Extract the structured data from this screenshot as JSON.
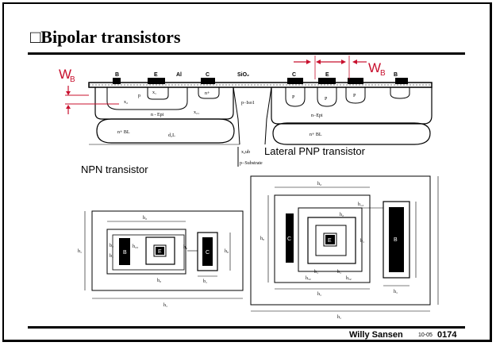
{
  "slide": {
    "title": "□Bipolar transistors",
    "footer": {
      "author": "Willy Sansen",
      "date": "10-05",
      "page": "0174"
    }
  },
  "cross_section": {
    "red_labels": {
      "wb_main": "W",
      "wb_sub": "B",
      "wb2_main": "W",
      "wb2_sub": "B"
    },
    "top_labels": [
      "B",
      "E",
      "Al",
      "C",
      "SiO₂",
      "C",
      "E",
      "B"
    ],
    "region_labels": [
      "x₂",
      "x₁",
      "p",
      "n+",
      "x₂₁",
      "n - Epi",
      "n+ BL",
      "d₂L",
      "p−Iso1",
      "x₂ub",
      "p−Substrate",
      "P",
      "P",
      "P",
      "n−Epi",
      "n+ BL"
    ],
    "captions": {
      "npn": "NPN transistor",
      "lateral_pnp": "Lateral PNP transistor"
    }
  },
  "layouts": {
    "npn": {
      "labels": [
        "h₂",
        "b₂",
        "b₁",
        "h₂₂",
        "B",
        "E",
        "C",
        "h₀",
        "h₀",
        "b₀",
        "b₁",
        "h₁",
        "h₁"
      ]
    },
    "pnp": {
      "labels": [
        "h₂",
        "b₁",
        "b₁",
        "C",
        "E",
        "B",
        "h₁₂",
        "b₁",
        "h₂",
        "hₐ₂",
        "hₐ₂",
        "h₁",
        "h₀",
        "h₁",
        "h₁"
      ]
    }
  }
}
